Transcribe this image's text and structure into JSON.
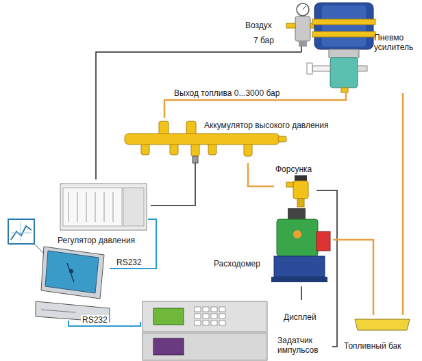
{
  "diagram": {
    "nodes": [
      {
        "text": [
          "Пневмо усилитель"
        ]
      },
      {
        "text": [
          "Аккумулятор высокого давления"
        ]
      },
      {
        "text": [
          "Форсунка"
        ]
      },
      {
        "text": [
          "Регулятор давления"
        ]
      },
      {
        "text": [
          "Расходомер"
        ]
      },
      {
        "text": [
          "Дисплей"
        ]
      },
      {
        "text": [
          "Задатчик импульсов"
        ]
      },
      {
        "text": [
          "Топливный бак"
        ]
      }
    ],
    "edges": [
      {
        "from": 0,
        "to": 1,
        "label": "Выход топлива 0...3000 бар",
        "arrow": "none"
      },
      {
        "from": 3,
        "to": 0,
        "arrow": "none"
      },
      {
        "from": 1,
        "to": 3,
        "arrow": "none"
      },
      {
        "from": 1,
        "to": 2,
        "arrow": "none"
      },
      {
        "from": 2,
        "to": 6,
        "arrow": "none"
      },
      {
        "from": 4,
        "to": 5,
        "arrow": "none"
      },
      {
        "from": 4,
        "to": 7,
        "arrow": "none"
      },
      {
        "from": 0,
        "to": 7,
        "arrow": "none"
      }
    ],
    "labels": [
      "Воздух",
      "7 бар",
      "RS232",
      "RS232"
    ]
  }
}
